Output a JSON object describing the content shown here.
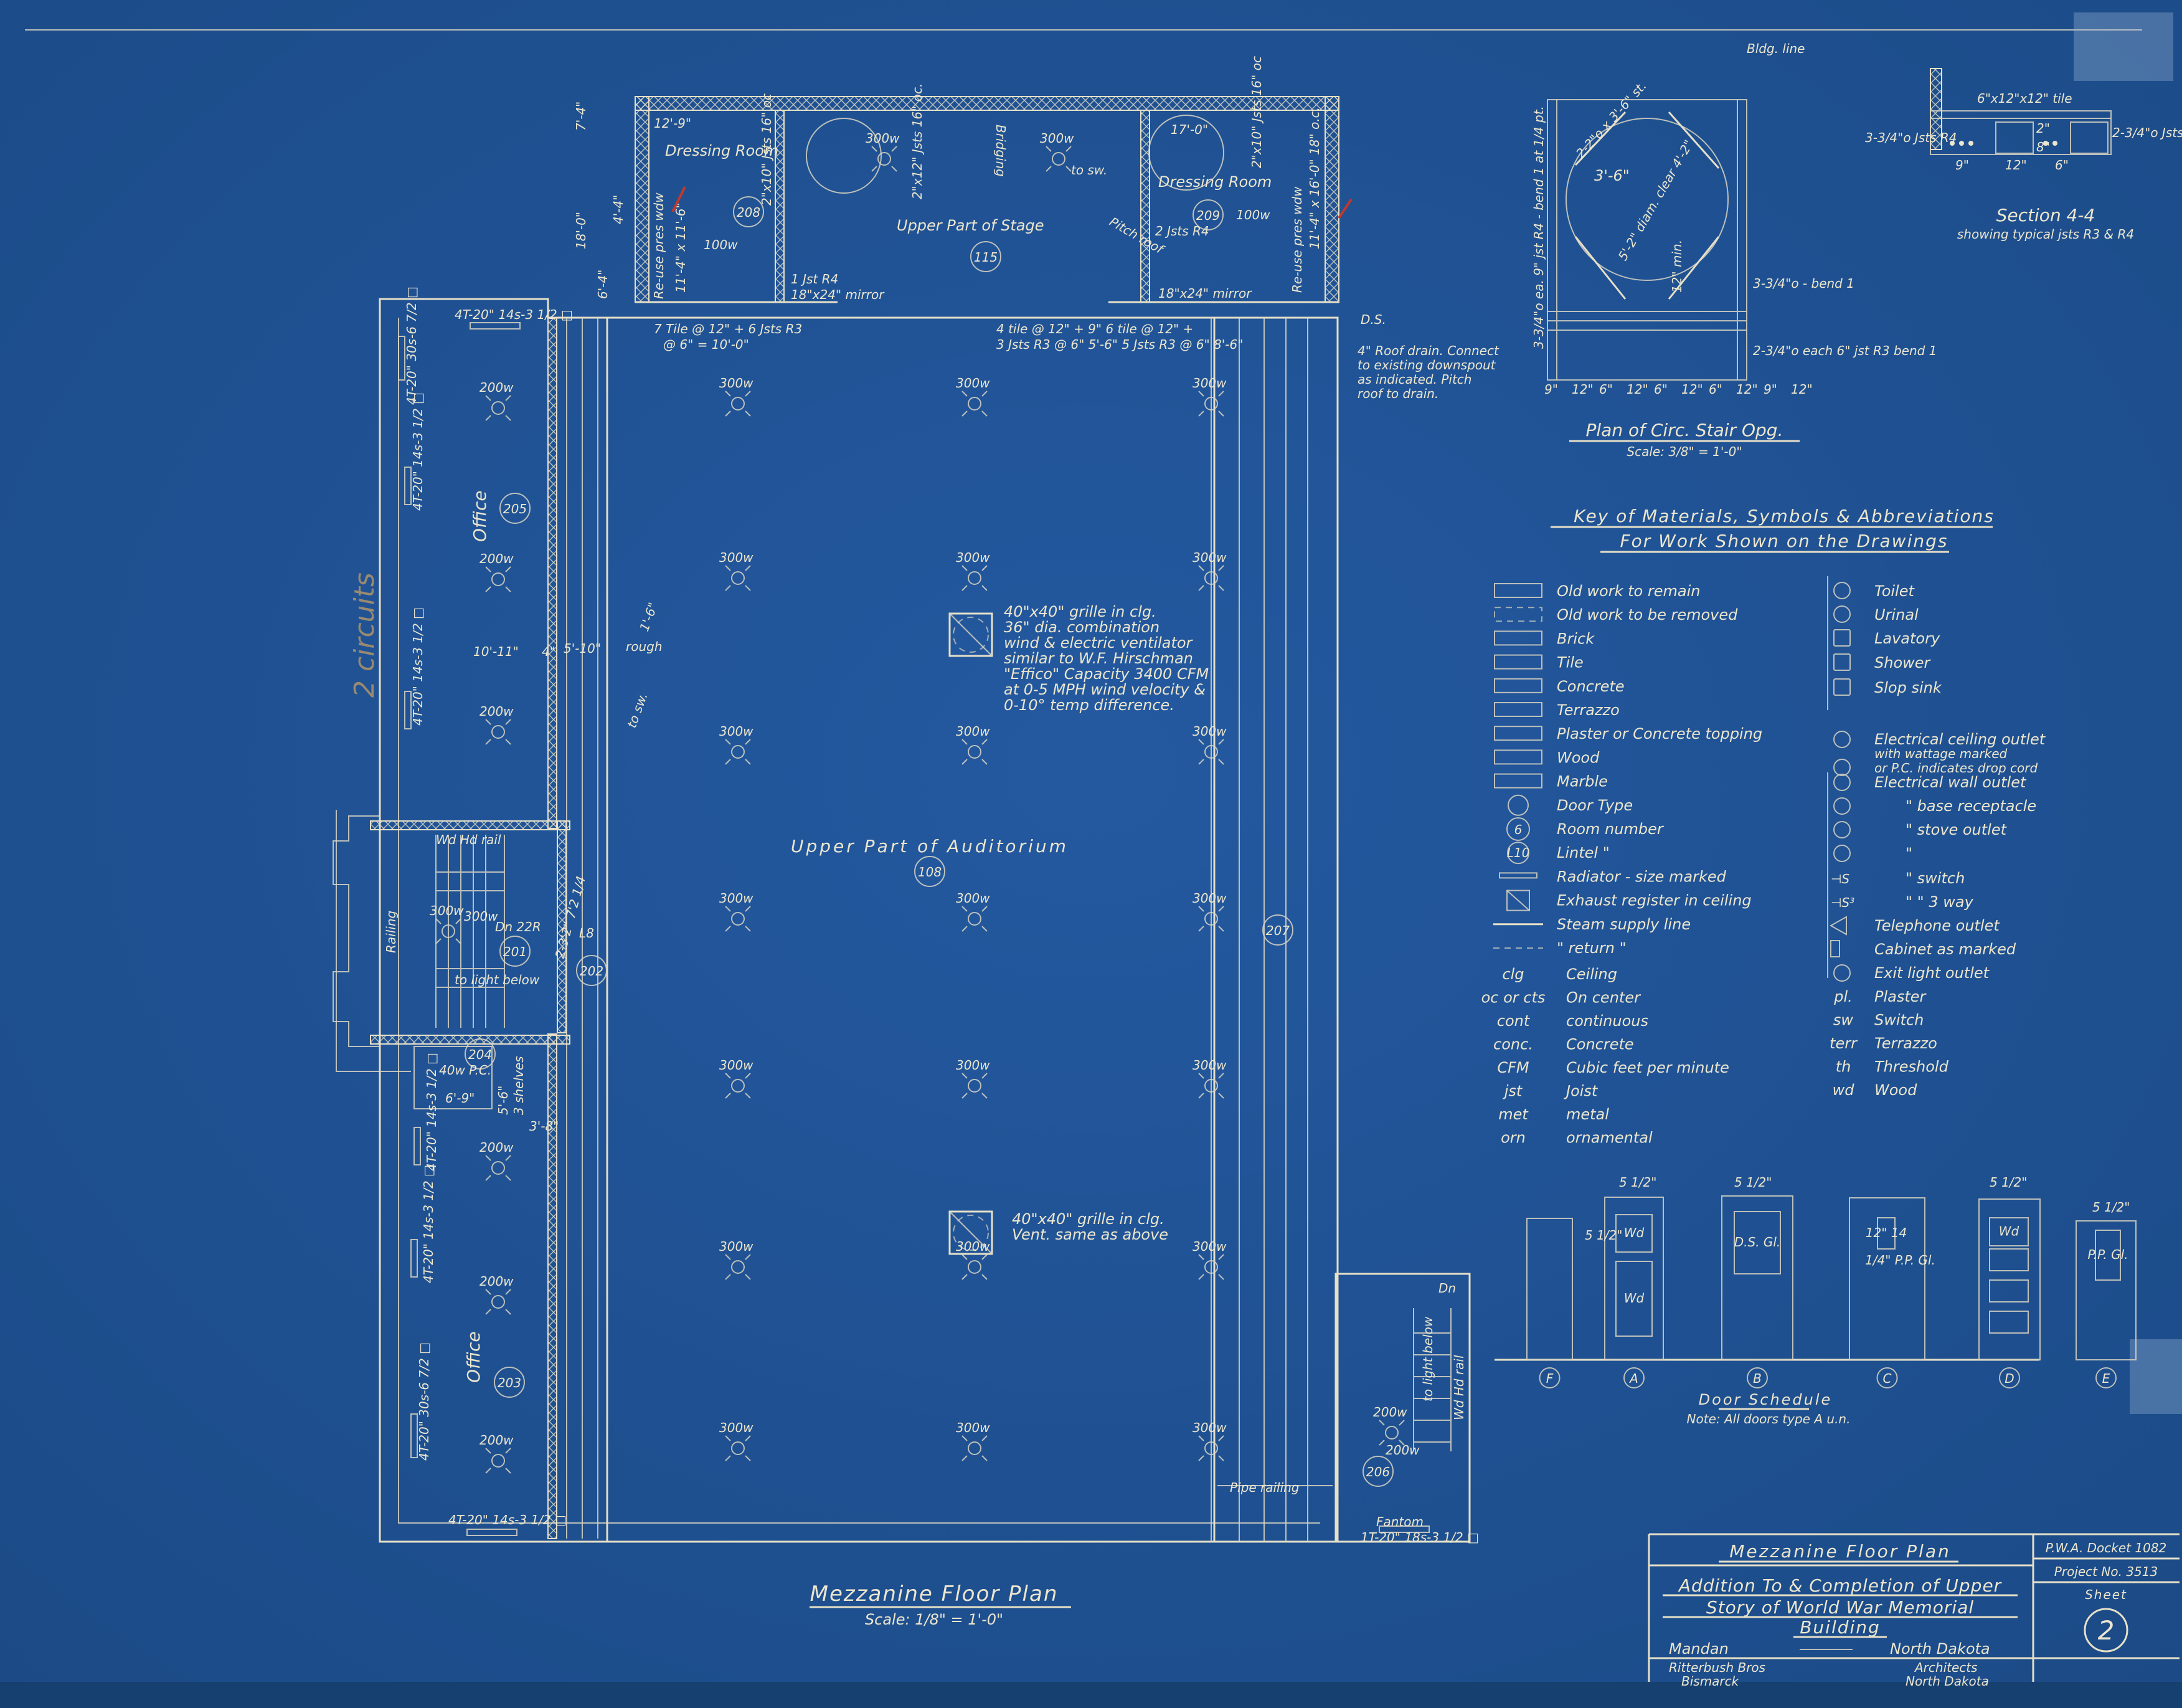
{
  "colors": {
    "paper": "#1f5190",
    "ink": "#ece6cf",
    "red_pencil": "#c0392b"
  },
  "plan": {
    "title": "Mezzanine Floor Plan",
    "scale": "Scale: 1/8\" = 1'-0\"",
    "pencil_note": "2 circuits",
    "light_300": "300w",
    "light_200": "200w",
    "rooms": [
      {
        "number": "208",
        "name": "Dressing Room"
      },
      {
        "number": "115",
        "name": "Upper Part of Stage"
      },
      {
        "number": "209",
        "name": "Dressing Room"
      },
      {
        "number": "205",
        "name": "Office"
      },
      {
        "number": "201",
        "name": ""
      },
      {
        "number": "202",
        "name": ""
      },
      {
        "number": "204",
        "name": ""
      },
      {
        "number": "203",
        "name": "Office"
      },
      {
        "number": "108",
        "name": "Upper Part of Auditorium"
      },
      {
        "number": "206",
        "name": ""
      },
      {
        "number": "207",
        "name": ""
      }
    ],
    "notes": {
      "grille1": [
        "40\"x40\" grille in clg.",
        "36\" dia. combination",
        "wind & electric ventilator",
        "similar to W.F. Hirschman",
        "\"Effico\" Capacity 3400 CFM",
        "at 0-5 MPH wind velocity &",
        "0-10° temp difference."
      ],
      "grille2": [
        "40\"x40\" grille in clg.",
        "Vent. same as above"
      ],
      "roof_drain": [
        "4\" Roof drain. Connect",
        "to existing downspout",
        "as indicated. Pitch",
        "roof to drain."
      ],
      "stage": [
        "2\"x12\" Jsts 16\" oc.",
        "Bridging",
        "Pitch roof",
        "to sw."
      ],
      "dressing_left": [
        "12'-9\"",
        "2\"x10\" Jsts 16\" oc",
        "11'-4\" x 11'-6\"",
        "7 Tile @ 12\" + 6 Jsts R3",
        "@ 6\" = 10'-0\"",
        "1 Jst R4",
        "18\"x24\" mirror",
        "100w",
        "Re-use pres wdw"
      ],
      "dressing_right": [
        "17'-0\"",
        "2\"x10\" Jsts 16\" oc",
        "11'-4\" x 16'-0\" 18\" o.c.",
        "2 Jsts R4",
        "4 tile @ 12\" + 9\"  6 tile @ 12\" +",
        "3 Jsts R3 @ 6\" 5'-6\"  5 Jsts R3 @ 6\" 8'-6\"",
        "18\"x24\" mirror",
        "100w",
        "Re-use pres wdw",
        "D.S."
      ],
      "dims": [
        "18'-0\"",
        "7'-4\"",
        "4'-4\"",
        "6'-4\"",
        "10'-11\"",
        "4\"",
        "5'-10\"",
        "rough",
        "1'-6\"",
        "6'-9\"",
        "3'-8\"",
        "to sw."
      ],
      "radiators": [
        "4T-20\" 14s-3 1/2 □",
        "4T-20\" 30s-6 7/2 □",
        "4T-20\" 14s-3 1/2 □",
        "4T-20\" 14s-3 1/2 □",
        "4T-20\" 14s-3 1/2 □",
        "4T-20\" 14s-3 1/2 □",
        "4T-20\" 30s-6 7/2 □",
        "4T-20\" 14s-3 1/2 □"
      ],
      "stair201": [
        "Wd Hd rail",
        "Railing",
        "300w",
        "Dn 22R",
        "to light below",
        "2-3'2\" 7'2 1/4",
        "L8"
      ],
      "closet204": [
        "40w P.C.",
        "3 shelves",
        "5'-6\""
      ],
      "stair206": [
        "Dn",
        "to light below",
        "Wd Hd rail",
        "200w",
        "Pipe railing",
        "Fantom",
        "1T-20\" 18s-3 1/2 □"
      ]
    }
  },
  "stair_plan": {
    "title": "Plan of Circ. Stair Opg.",
    "scale": "Scale: 3/8\" = 1'-0\"",
    "labels": [
      "Bldg. line",
      "2-2\"o x 3'-6\" st.",
      "3'-6\"",
      "5'-2\" diam. clear 4'-2\"",
      "12\" min.",
      "3-3/4\"o ea. 9\" jst R4 - bend 1 at 1/4 pt.",
      "3-3/4\"o - bend 1",
      "2-3/4\"o each 6\" jst R3 bend 1"
    ],
    "dims": [
      "9\"",
      "12\"",
      "6\"",
      "12\"",
      "6\"",
      "12\"",
      "6\"",
      "12\"",
      "9\"",
      "12\""
    ]
  },
  "section": {
    "title": "Section 4-4",
    "subtitle": "showing typical jsts R3 & R4",
    "labels": [
      "6\"x12\"x12\" tile",
      "3-3/4\"o Jsts R4",
      "2-3/4\"o Jsts R3",
      "9\"",
      "12\"",
      "6\"",
      "2\"",
      "8\""
    ]
  },
  "key": {
    "title": "Key of Materials, Symbols & Abbreviations",
    "subtitle": "For Work Shown on the Drawings",
    "materials": [
      "Old work to remain",
      "Old work to be removed",
      "Brick",
      "Tile",
      "Concrete",
      "Terrazzo",
      "Plaster or Concrete topping",
      "Wood",
      "Marble",
      "Door Type",
      "Room number",
      "Lintel \"",
      "Radiator - size marked",
      "Exhaust register in ceiling",
      "Steam supply line",
      "\" return \""
    ],
    "room_sample": "6",
    "lintel_sample": "L10",
    "abbr_left": [
      [
        "clg",
        "Ceiling"
      ],
      [
        "oc or cts",
        "On center"
      ],
      [
        "cont",
        "continuous"
      ],
      [
        "conc.",
        "Concrete"
      ],
      [
        "CFM",
        "Cubic feet per minute"
      ],
      [
        "jst",
        "Joist"
      ],
      [
        "met",
        "metal"
      ],
      [
        "orn",
        "ornamental"
      ]
    ],
    "symbols": [
      "Toilet",
      "Urinal",
      "Lavatory",
      "Shower",
      "Slop sink",
      "Electrical ceiling outlet",
      "with wattage marked",
      "or P.C. indicates drop cord",
      "Electrical wall outlet",
      "\" base receptacle",
      "\" stove outlet",
      "\"",
      "\" switch",
      "\" \" 3 way",
      "Telephone outlet",
      "Cabinet as marked",
      "Exit light outlet"
    ],
    "abbr_right": [
      [
        "pl.",
        "Plaster"
      ],
      [
        "sw",
        "Switch"
      ],
      [
        "terr",
        "Terrazzo"
      ],
      [
        "th",
        "Threshold"
      ],
      [
        "wd",
        "Wood"
      ]
    ]
  },
  "door_schedule": {
    "title": "Door Schedule",
    "note": "Note: All doors type A u.n.",
    "doors": [
      "F",
      "A",
      "B",
      "C",
      "D",
      "E"
    ],
    "panel_labels": [
      "Wd",
      "Wd",
      "D.S. Gl.",
      "12\" 14",
      "1/4\" P.P. Gl.",
      "Wd",
      "P.P. Gl."
    ],
    "dims": [
      "5 1/2\"",
      "5 1/2\"",
      "5 1/2\"",
      "5 1/2\"",
      "5 1/2\""
    ]
  },
  "title_block": {
    "sheet_title": "Mezzanine Floor Plan",
    "project_line1": "Addition To & Completion of Upper",
    "project_line2": "Story of World War Memorial",
    "project_line3": "Building",
    "city": "Mandan",
    "state": "North Dakota",
    "architect1": "Ritterbush Bros",
    "architect2": "Bismarck",
    "architect3": "Architects",
    "architect4": "North Dakota",
    "docket": "P.W.A. Docket 1082",
    "project_no": "Project No. 3513",
    "sheet_label": "Sheet",
    "sheet_number": "2"
  }
}
